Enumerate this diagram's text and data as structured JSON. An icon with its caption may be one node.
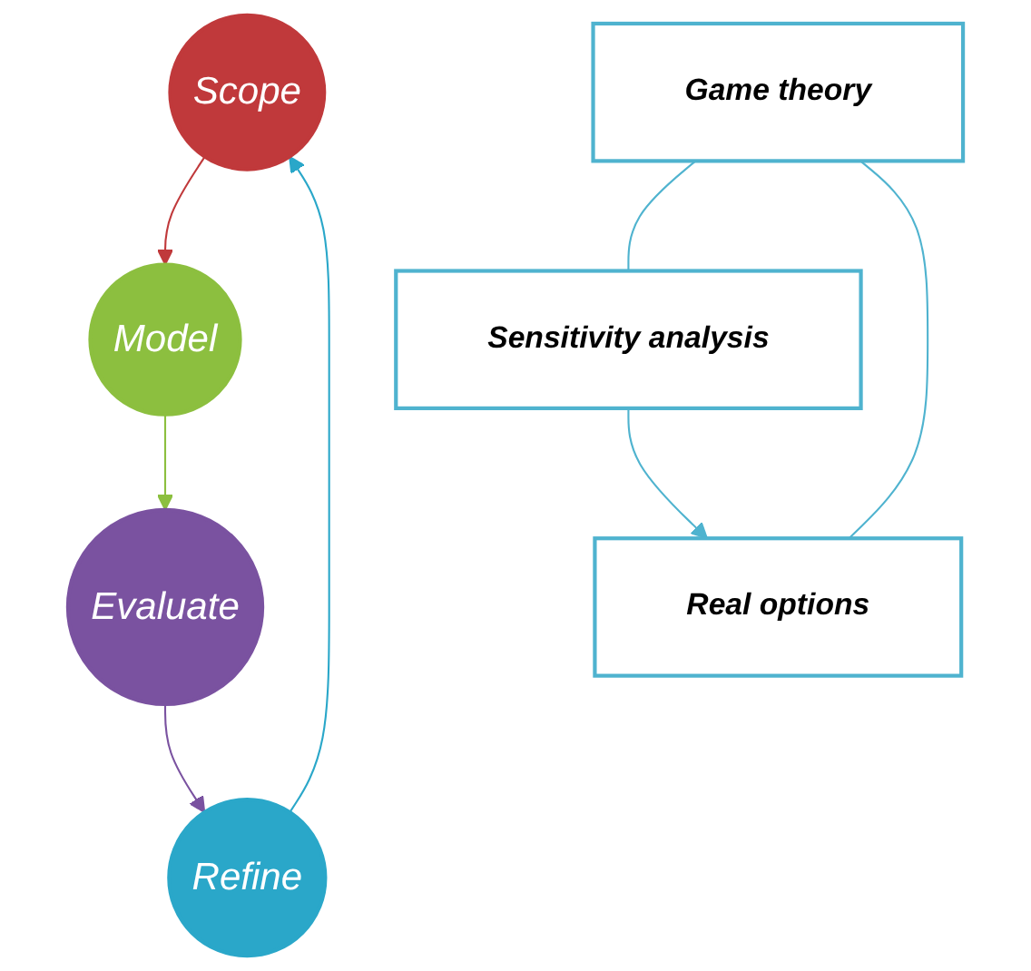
{
  "diagram": {
    "nodes": [
      {
        "text": [
          "Scope"
        ]
      },
      {
        "text": [
          "Model"
        ]
      },
      {
        "text": [
          "Evaluate"
        ]
      },
      {
        "text": [
          "Refine"
        ]
      },
      {
        "text": [
          "Game theory"
        ]
      },
      {
        "text": [
          "Real options"
        ]
      },
      {
        "text": [
          "Sensitivity analysis"
        ]
      }
    ],
    "edges": [
      {
        "from": 0,
        "to": 1,
        "arrow": "to",
        "color": "#c0393b"
      },
      {
        "from": 1,
        "to": 2,
        "arrow": "to",
        "color": "#8cbf3f"
      },
      {
        "from": 2,
        "to": 3,
        "arrow": "to",
        "color": "#7a52a0"
      },
      {
        "from": 3,
        "to": 0,
        "arrow": "to",
        "color": "#2aa7c9"
      },
      {
        "from": 4,
        "to": 6,
        "arrow": "none",
        "color": "#4fb3cf"
      },
      {
        "from": 6,
        "to": 5,
        "arrow": "to",
        "color": "#4fb3cf"
      },
      {
        "from": 5,
        "to": 4,
        "arrow": "none",
        "color": "#4fb3cf"
      }
    ]
  }
}
